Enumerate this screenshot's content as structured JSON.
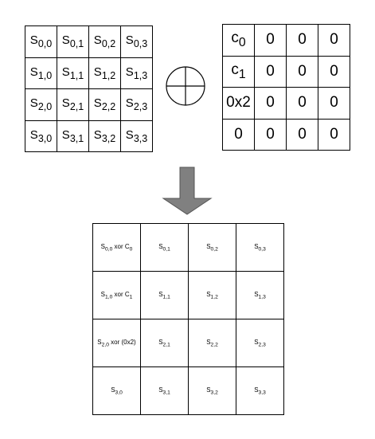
{
  "state_matrix": {
    "rows": [
      [
        "S0,0",
        "S0,1",
        "S0,2",
        "S0,3"
      ],
      [
        "S1,0",
        "S1,1",
        "S1,2",
        "S1,3"
      ],
      [
        "S2,0",
        "S2,1",
        "S2,2",
        "S2,3"
      ],
      [
        "S3,0",
        "S3,1",
        "S3,2",
        "S3,3"
      ]
    ]
  },
  "constant_matrix": {
    "rows": [
      [
        "c0",
        "0",
        "0",
        "0"
      ],
      [
        "c1",
        "0",
        "0",
        "0"
      ],
      [
        "0x2",
        "0",
        "0",
        "0"
      ],
      [
        "0",
        "0",
        "0",
        "0"
      ]
    ]
  },
  "result_matrix": {
    "rows": [
      [
        "S0,0 xor C0",
        "S0,1",
        "S0,2",
        "S0,3"
      ],
      [
        "S1,0 xor C1",
        "S1,1",
        "S1,2",
        "S1,3"
      ],
      [
        "S2,0 xor (0x2)",
        "S2,1",
        "S2,2",
        "S2,3"
      ],
      [
        "S3,0",
        "S3,1",
        "S3,2",
        "S3,3"
      ]
    ]
  },
  "operator_icon": "xor-icon",
  "arrow_icon": "down-arrow-icon",
  "colors": {
    "line": "#000000",
    "arrow_fill": "#808080",
    "arrow_stroke": "#555555"
  }
}
